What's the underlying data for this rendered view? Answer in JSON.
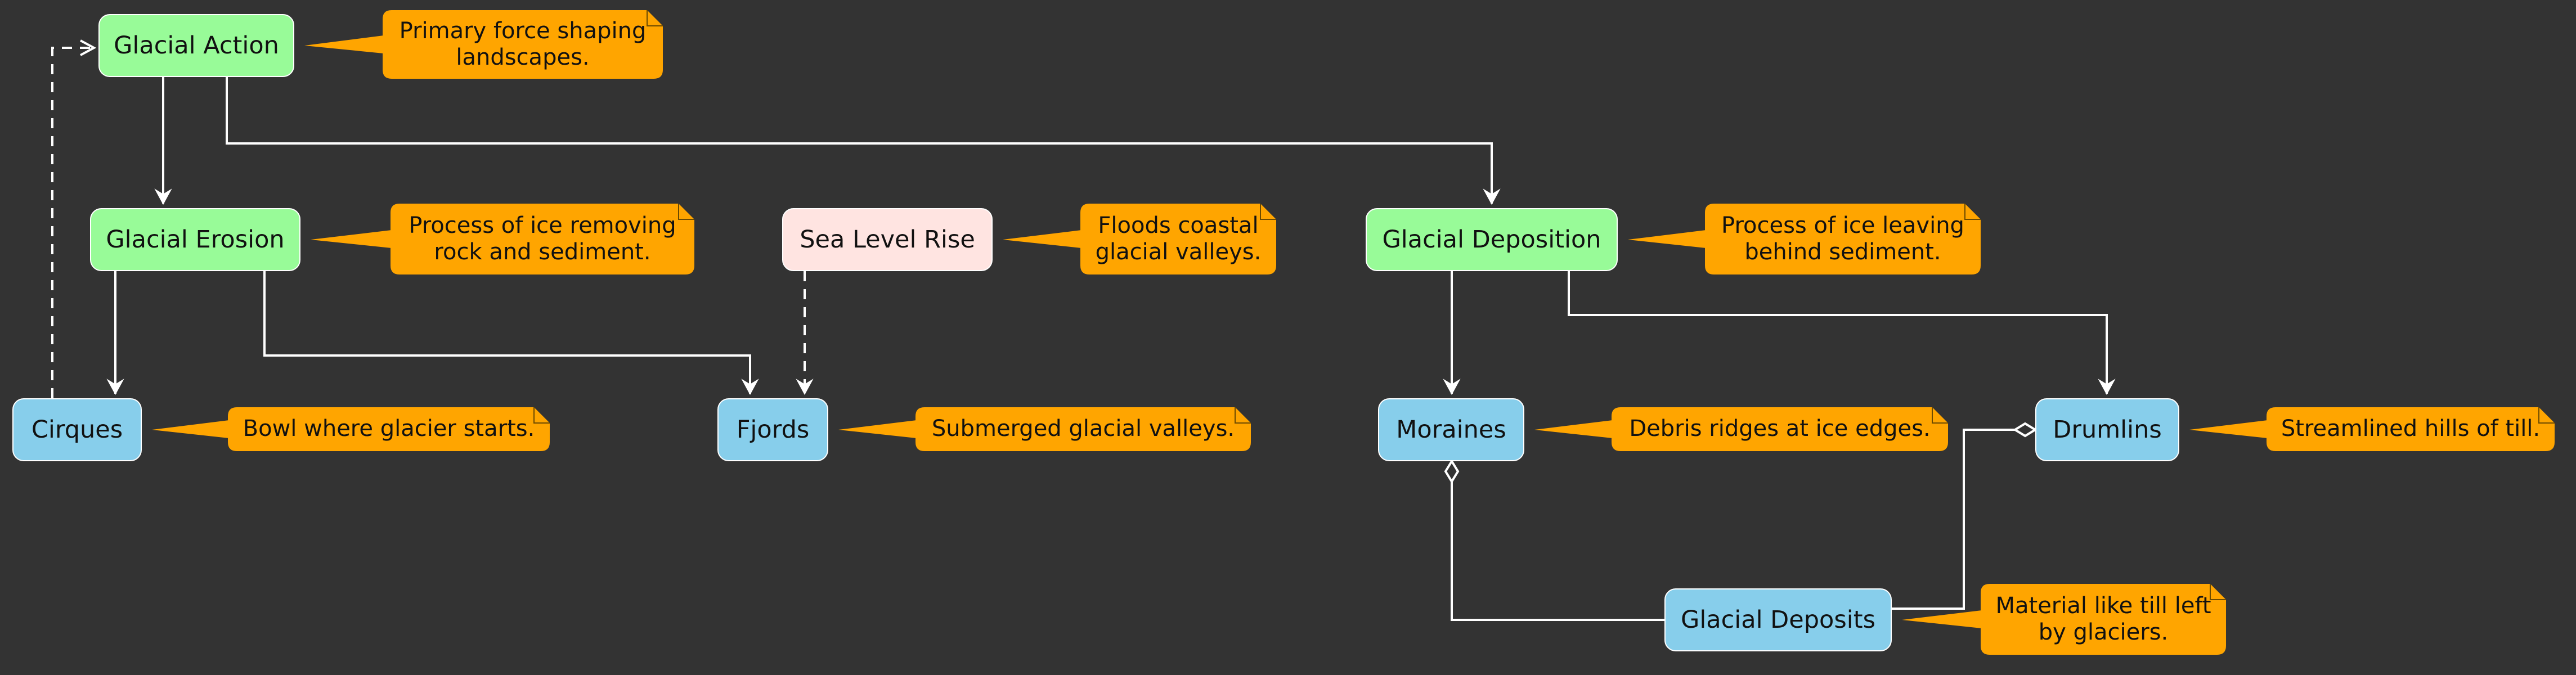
{
  "colors": {
    "background": "#333333",
    "concept": "#98fb98",
    "feature": "#87ceeb",
    "factor": "#ffe4e1",
    "note": "#ffa500",
    "edge": "#ffffff"
  },
  "nodes": {
    "glacial_action": {
      "label": "Glacial Action",
      "kind": "concept"
    },
    "glacial_erosion": {
      "label": "Glacial Erosion",
      "kind": "concept"
    },
    "glacial_deposition": {
      "label": "Glacial Deposition",
      "kind": "concept"
    },
    "sea_level_rise": {
      "label": "Sea Level Rise",
      "kind": "factor"
    },
    "cirques": {
      "label": "Cirques",
      "kind": "feature"
    },
    "fjords": {
      "label": "Fjords",
      "kind": "feature"
    },
    "moraines": {
      "label": "Moraines",
      "kind": "feature"
    },
    "drumlins": {
      "label": "Drumlins",
      "kind": "feature"
    },
    "glacial_deposits": {
      "label": "Glacial Deposits",
      "kind": "feature"
    }
  },
  "notes": {
    "glacial_action": "Primary force shaping\nlandscapes.",
    "glacial_erosion": "Process of ice removing\nrock and sediment.",
    "sea_level_rise": "Floods coastal\nglacial valleys.",
    "glacial_deposition": "Process of ice leaving\nbehind sediment.",
    "cirques": "Bowl where glacier starts.",
    "fjords": "Submerged glacial valleys.",
    "moraines": "Debris ridges at ice edges.",
    "drumlins": "Streamlined hills of till.",
    "glacial_deposits": "Material like till left\nby glaciers."
  },
  "edges": [
    {
      "from": "glacial_action",
      "to": "glacial_erosion",
      "style": "solid",
      "head": "arrow"
    },
    {
      "from": "glacial_action",
      "to": "glacial_deposition",
      "style": "solid",
      "head": "arrow"
    },
    {
      "from": "glacial_erosion",
      "to": "cirques",
      "style": "solid",
      "head": "arrow"
    },
    {
      "from": "glacial_erosion",
      "to": "fjords",
      "style": "solid",
      "head": "arrow"
    },
    {
      "from": "sea_level_rise",
      "to": "fjords",
      "style": "dashed",
      "head": "arrow"
    },
    {
      "from": "glacial_deposition",
      "to": "moraines",
      "style": "solid",
      "head": "arrow"
    },
    {
      "from": "glacial_deposition",
      "to": "drumlins",
      "style": "solid",
      "head": "arrow"
    },
    {
      "from": "cirques",
      "to": "glacial_action",
      "style": "dashed",
      "head": "open-arrow"
    },
    {
      "from": "glacial_deposits",
      "to": "moraines",
      "style": "solid",
      "head": "diamond"
    },
    {
      "from": "glacial_deposits",
      "to": "drumlins",
      "style": "solid",
      "head": "diamond"
    }
  ]
}
